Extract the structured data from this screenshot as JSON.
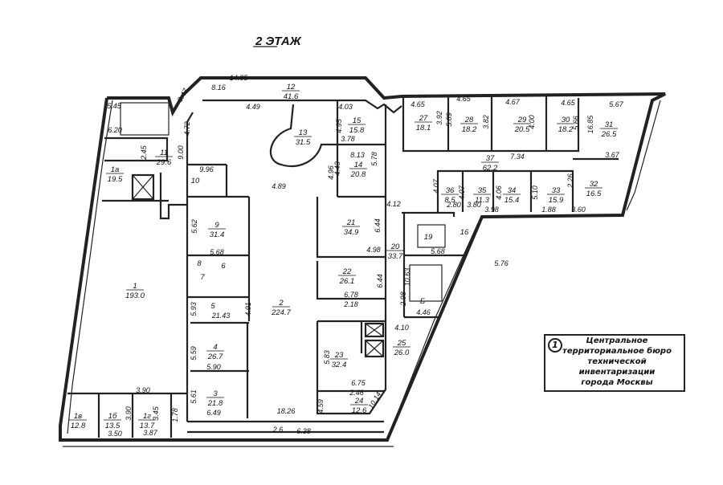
{
  "title": "2 ЭТАЖ",
  "rooms": [
    {
      "num": "1а",
      "area": "19.5"
    },
    {
      "num": "11",
      "area": "29.6"
    },
    {
      "num": "12",
      "area": "41.6"
    },
    {
      "num": "13",
      "area": "31.5"
    },
    {
      "num": "15",
      "area": "15.8"
    },
    {
      "num": "14",
      "area": "20.8"
    },
    {
      "num": "9",
      "area": "31.4"
    },
    {
      "num": "21",
      "area": "34.9"
    },
    {
      "num": "20",
      "area": "33.7"
    },
    {
      "num": "27",
      "area": "18.1"
    },
    {
      "num": "28",
      "area": "18.2"
    },
    {
      "num": "29",
      "area": "20.5"
    },
    {
      "num": "30",
      "area": "18.2"
    },
    {
      "num": "31",
      "area": "26.5"
    },
    {
      "num": "37",
      "area": "62.2"
    },
    {
      "num": "36",
      "area": "8.5"
    },
    {
      "num": "35",
      "area": "11.3"
    },
    {
      "num": "34",
      "area": "15.4"
    },
    {
      "num": "33",
      "area": "15.9"
    },
    {
      "num": "32",
      "area": "16.5"
    },
    {
      "num": "1",
      "area": "193.0"
    },
    {
      "num": "2",
      "area": "224.7"
    },
    {
      "num": "22",
      "area": "26.1"
    },
    {
      "num": "4",
      "area": "26.7"
    },
    {
      "num": "3",
      "area": "21.8"
    },
    {
      "num": "23",
      "area": "32.4"
    },
    {
      "num": "25",
      "area": "26.0"
    },
    {
      "num": "24",
      "area": "12.6"
    },
    {
      "num": "1в",
      "area": "12.8"
    },
    {
      "num": "1б",
      "area": "13.5"
    },
    {
      "num": "1г",
      "area": "13.7"
    }
  ],
  "small_labels": [
    "10",
    "8",
    "6",
    "7",
    "5",
    "16",
    "19",
    "Б"
  ],
  "dimensions": [
    "14.85",
    "3.47",
    "5.45",
    "6.20",
    "2.45",
    "4.72",
    "9.00",
    "8.16",
    "4.49",
    "4.03",
    "4.95",
    "3.78",
    "9.96",
    "4.89",
    "4.96",
    "4.43",
    "8.13",
    "5.78",
    "5.62",
    "5.68",
    "6.44",
    "4.98",
    "4.12",
    "4.65",
    "3.92",
    "4.65",
    "5.89",
    "4.67",
    "3.82",
    "4.00",
    "4.65",
    "5.66",
    "5.67",
    "16.85",
    "7.34",
    "3.67",
    "4.07",
    "4.07",
    "4.06",
    "5.10",
    "2.26",
    "2.80",
    "3.80",
    "3.98",
    "1.88",
    "3.60",
    "5.68",
    "5.76",
    "10.63",
    "2.98",
    "4.46",
    "4.10",
    "6.44",
    "6.78",
    "2.18",
    "5.93",
    "21.43",
    "4.91",
    "5.59",
    "5.90",
    "5.61",
    "6.49",
    "18.26",
    "2.6",
    "6.38",
    "5.83",
    "6.75",
    "2.46",
    "4.59",
    "10.14",
    "3.90",
    "3.90",
    "3.45",
    "3.50",
    "3.87",
    "1.78"
  ],
  "stamp": {
    "mark": "1",
    "lines": [
      "Центральное",
      "территориальное бюро",
      "технической инвентаризации",
      "города Москвы"
    ]
  }
}
